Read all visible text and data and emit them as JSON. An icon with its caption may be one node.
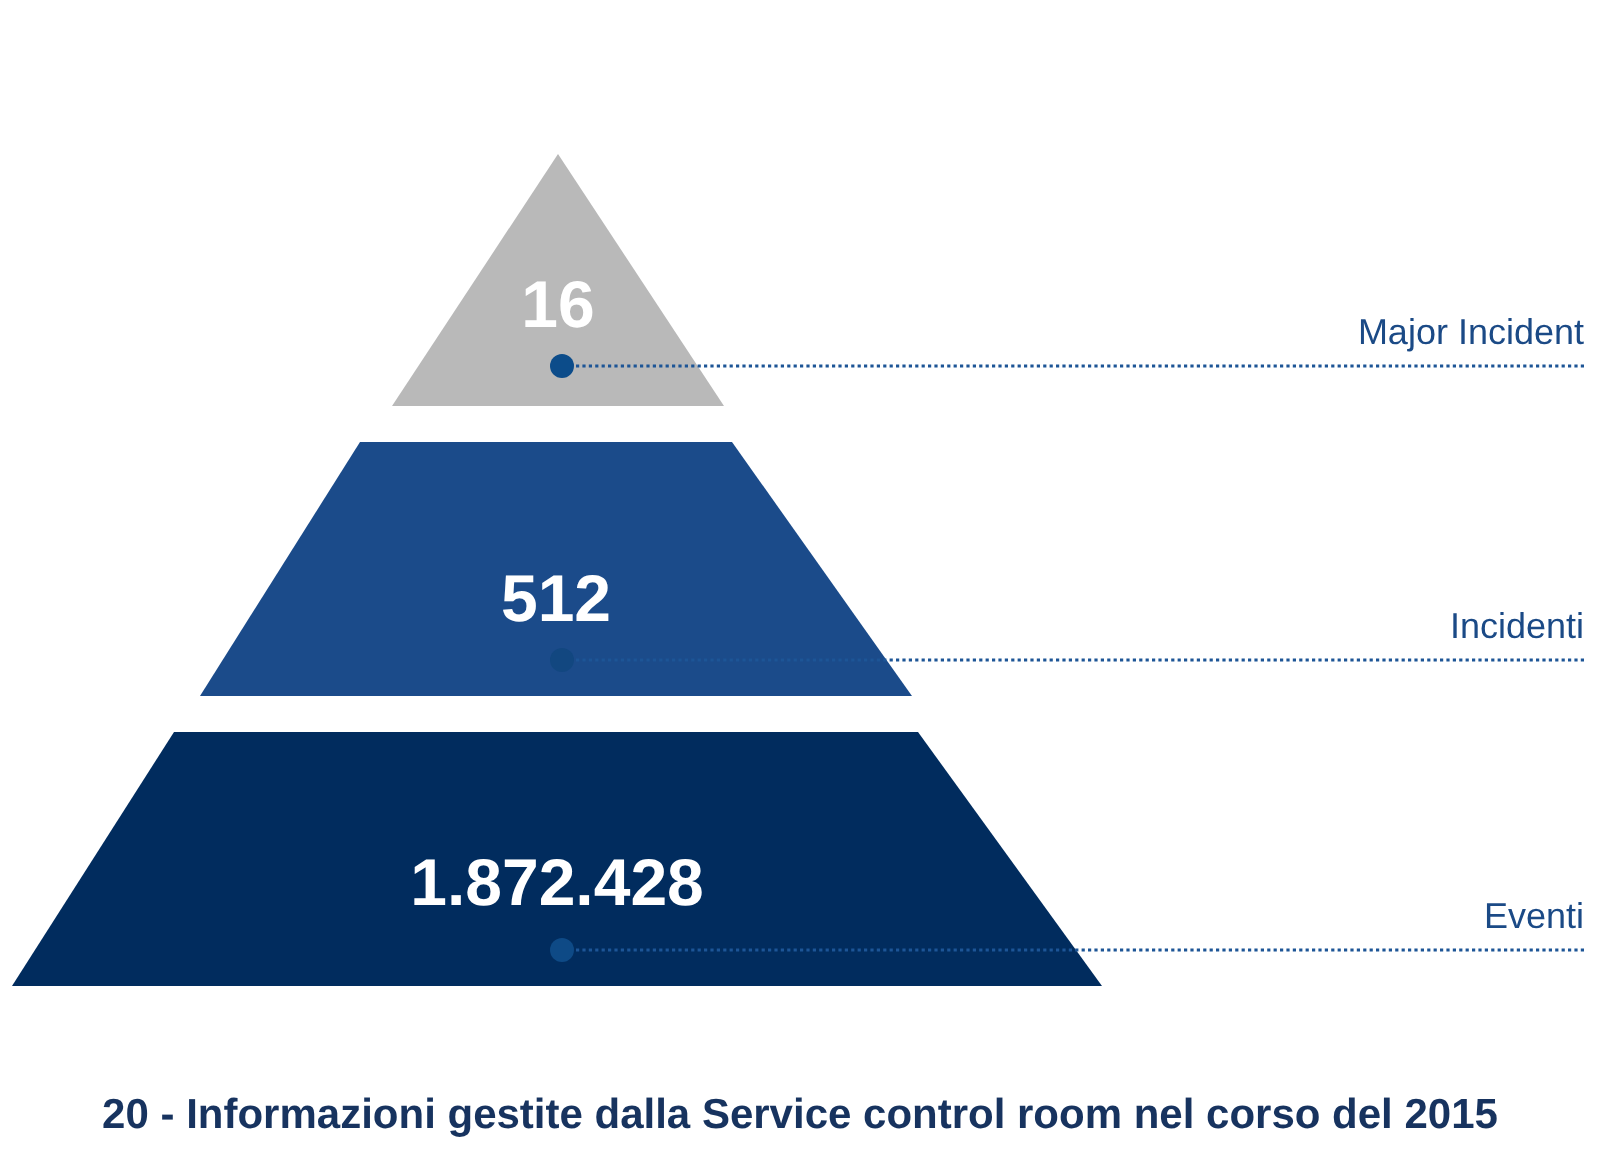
{
  "diagram": {
    "caption": "20 - Informazioni gestite dalla Service control room nel corso del 2015",
    "nodes": [
      {
        "text": [
          "16"
        ]
      },
      {
        "text": [],
        "shape": "circle",
        "in": 0
      },
      {
        "text": [
          "Major Incident"
        ]
      },
      {
        "text": [
          "512"
        ]
      },
      {
        "text": [],
        "shape": "circle",
        "in": 3
      },
      {
        "text": [
          "Incidenti"
        ]
      },
      {
        "text": [
          "1.872.428"
        ]
      },
      {
        "text": [],
        "shape": "circle",
        "in": 6
      },
      {
        "text": [
          "Eventi"
        ]
      }
    ],
    "edges": [
      {
        "from": 2,
        "to": 1,
        "arrow": "none",
        "style": "dashed"
      },
      {
        "from": 5,
        "to": 4,
        "arrow": "none",
        "style": "dashed"
      },
      {
        "from": 8,
        "to": 7,
        "arrow": "none",
        "style": "dashed"
      }
    ]
  }
}
